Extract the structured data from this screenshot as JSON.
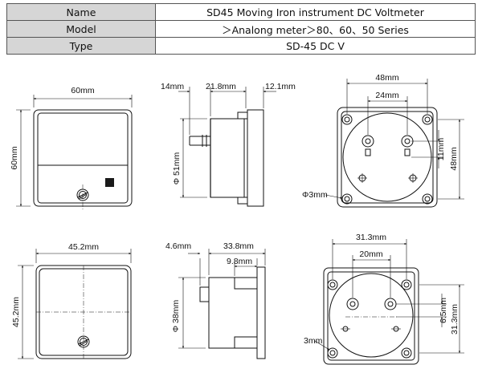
{
  "spec_table": {
    "rows": [
      {
        "key": "Name",
        "value": "SD45 Moving Iron instrument DC Voltmeter"
      },
      {
        "key": "Model",
        "value": "＞Analong meter＞80、60、50 Series"
      },
      {
        "key": "Type",
        "value": "SD-45 DC V"
      }
    ]
  },
  "drawings": {
    "front_60": {
      "width": "60mm",
      "height": "60mm"
    },
    "side_60": {
      "depth_a": "14mm",
      "depth_b": "21.8mm",
      "depth_c": "12.1mm",
      "diameter": "Φ 51mm"
    },
    "back_60": {
      "outer": "48mm",
      "inner": "24mm",
      "pitch": "11mm",
      "height": "48mm",
      "hole": "Φ3mm"
    },
    "front_45": {
      "width": "45.2mm",
      "height": "45.2mm"
    },
    "side_45": {
      "depth_a": "4.6mm",
      "depth_b": "33.8mm",
      "depth_c": "9.8mm",
      "diameter": "Φ 38mm"
    },
    "back_45": {
      "outer": "31.3mm",
      "inner": "20mm",
      "pitch": "6.5mm",
      "height": "31.3mm",
      "hole": "3mm"
    }
  },
  "colors": {
    "line": "#111111",
    "header_bg": "#d6d6d6",
    "indicator": "#1a1a1a"
  }
}
